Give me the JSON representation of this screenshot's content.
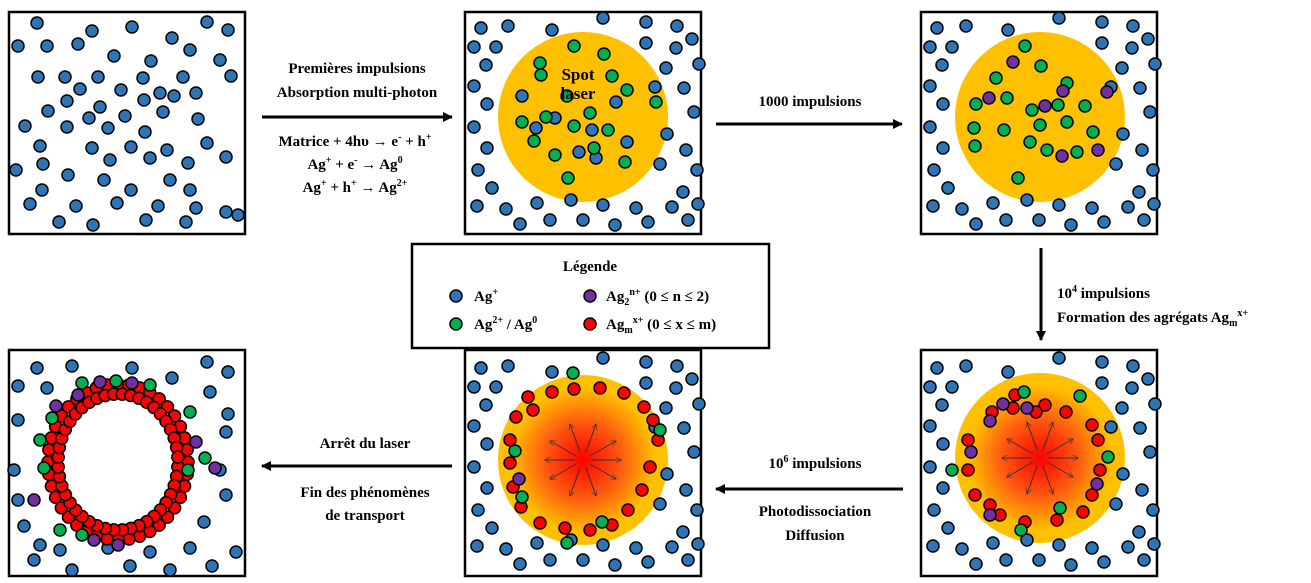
{
  "colors": {
    "ag_plus": "#2e75b6",
    "ag2_or_ag0": "#00b050",
    "ag2n": "#7030a0",
    "agm": "#ff0000",
    "spot": "#ffc000",
    "outline": "#000000"
  },
  "spot_label": [
    "Spot",
    "laser"
  ],
  "steps": {
    "step1": {
      "lines": [
        "Premières impulsions",
        "Absorption multi-photon"
      ],
      "equations": [
        {
          "parts": [
            "Matrice + 4hυ → e",
            "-",
            " + h",
            "+",
            ""
          ]
        },
        {
          "parts": [
            "Ag",
            "+",
            " + e",
            "-",
            " → Ag",
            "0",
            ""
          ]
        },
        {
          "parts": [
            "Ag",
            "+",
            " + h",
            "+",
            " → Ag",
            "2+",
            ""
          ]
        }
      ]
    },
    "step2": {
      "text": "1000 impulsions"
    },
    "step3": {
      "line1": {
        "parts": [
          "10",
          "4",
          " impulsions"
        ]
      },
      "line2": {
        "parts": [
          "Formation des agrégats Ag",
          "m",
          "",
          "x+",
          ""
        ]
      }
    },
    "step4": {
      "line1": {
        "parts": [
          "10",
          "6",
          " impulsions"
        ]
      },
      "lines": [
        "Photodissociation",
        "Diffusion"
      ]
    },
    "step5": {
      "lines": [
        "Arrêt du laser",
        "Fin des phénomènes",
        "de transport"
      ]
    }
  },
  "legend": {
    "title": "Légende",
    "items": [
      {
        "key": "ag_plus",
        "parts": [
          "Ag",
          "+",
          ""
        ]
      },
      {
        "key": "ag2n",
        "parts": [
          "Ag",
          "2",
          "",
          "n+",
          " (0 ≤ n ≤ 2)"
        ]
      },
      {
        "key": "ag2_or_ag0",
        "parts": [
          "Ag",
          "2+",
          " / Ag",
          "0",
          ""
        ]
      },
      {
        "key": "agm",
        "parts": [
          "Ag",
          "m",
          "",
          "x+",
          " (0 ≤ x ≤ m)"
        ]
      }
    ]
  }
}
